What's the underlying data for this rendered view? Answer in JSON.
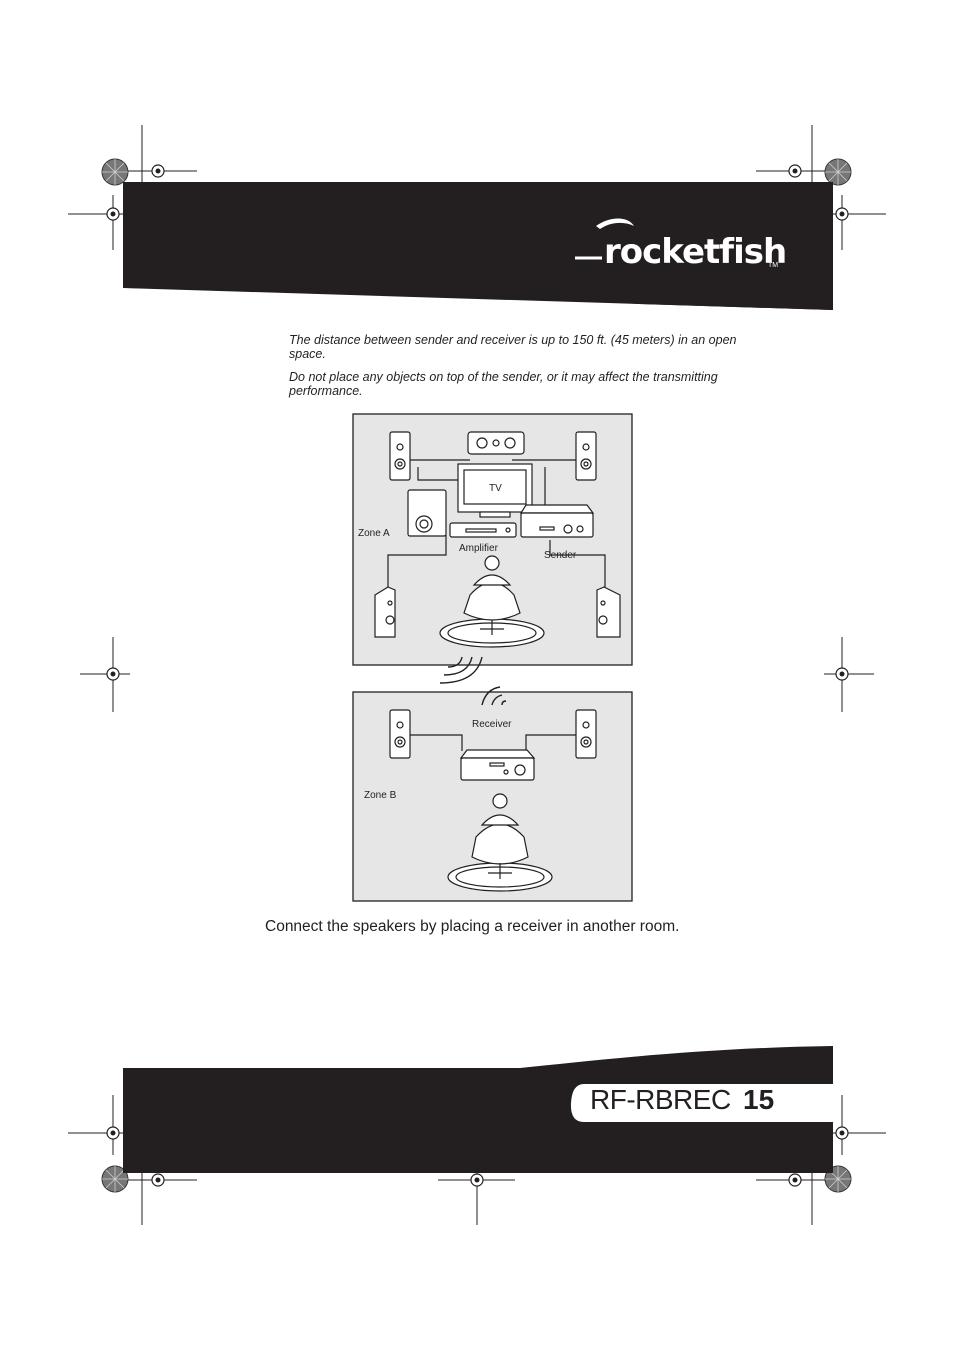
{
  "header": {
    "logo_text": "rocketfish",
    "logo_tm": "TM"
  },
  "notes": [
    "The distance between sender and receiver is up to 150 ft. (45 meters) in an open space.",
    "Do not place any objects on top of the sender, or it may affect the transmitting performance."
  ],
  "diagram": {
    "zone_a_label": "Zone A",
    "zone_b_label": "Zone B",
    "tv_label": "TV",
    "amplifier_label": "Amplifier",
    "sender_label": "Sender",
    "receiver_label": "Receiver"
  },
  "caption": "Connect the speakers by placing a receiver in another room.",
  "footer": {
    "model": "RF-RBREC",
    "page_number": "15"
  },
  "colors": {
    "band": "#231f20",
    "paper": "#ffffff",
    "room_fill": "#e6e6e6"
  }
}
